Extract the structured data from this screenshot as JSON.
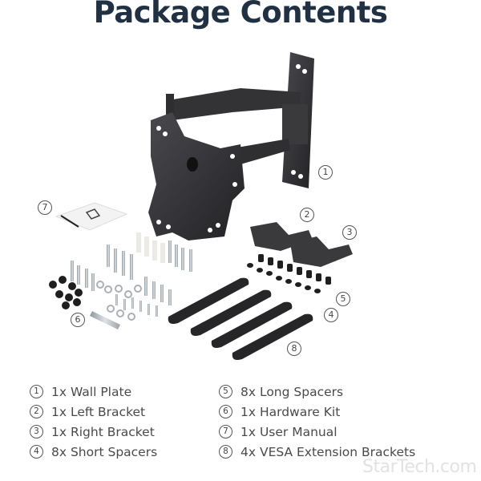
{
  "title": "Package Contents",
  "callouts": {
    "wall_plate": "1",
    "left_bracket": "2",
    "right_bracket": "3",
    "short_spacers": "4",
    "long_spacers": "5",
    "hardware_kit": "6",
    "user_manual": "7",
    "vesa_extension_brackets": "8"
  },
  "legend": {
    "left": [
      {
        "num": "1",
        "label": "1x Wall Plate"
      },
      {
        "num": "2",
        "label": "1x Left Bracket"
      },
      {
        "num": "3",
        "label": "1x Right Bracket"
      },
      {
        "num": "4",
        "label": "8x Short Spacers"
      }
    ],
    "right": [
      {
        "num": "5",
        "label": "8x Long Spacers"
      },
      {
        "num": "6",
        "label": "1x Hardware Kit"
      },
      {
        "num": "7",
        "label": "1x User Manual"
      },
      {
        "num": "8",
        "label": "4x VESA Extension Brackets"
      }
    ]
  },
  "watermark": "StarTech.com",
  "colors": {
    "title": "#1f3142",
    "text": "#4a4a4a",
    "metal_dark": "#2b2b2e",
    "hardware_silver": "#b9c0c6",
    "watermark": "#e2e2e2"
  }
}
